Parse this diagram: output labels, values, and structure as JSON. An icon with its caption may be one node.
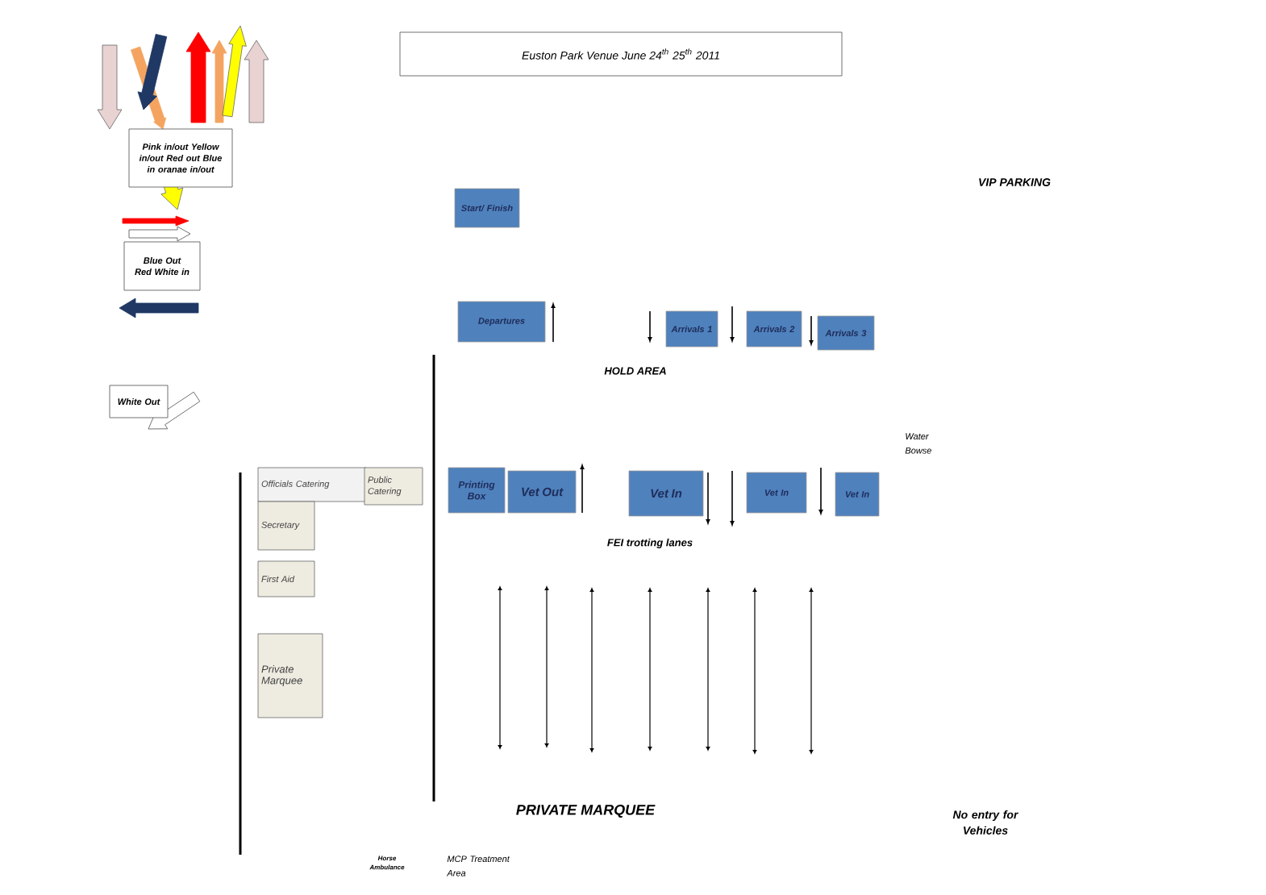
{
  "diagram": {
    "title": "Euston Park Venue   June 24$^{th}$ 25$^{th}$ 2011",
    "nodes": [
      {
        "text": [
          "Pink in/out Yellow in/out Red out Blue in oranae in/out"
        ]
      },
      {
        "text": [
          "Blue Out Red White in"
        ]
      },
      {
        "text": [
          "White Out"
        ]
      },
      {
        "text": [
          "Start/ Finish"
        ]
      },
      {
        "text": [
          "Departures"
        ]
      },
      {
        "text": [
          "Arrivals 1"
        ]
      },
      {
        "text": [
          "Arrivals 2"
        ]
      },
      {
        "text": [
          "Arrivals 3"
        ]
      },
      {
        "text": [
          "Officials Catering"
        ]
      },
      {
        "text": [
          "Public Catering"
        ]
      },
      {
        "text": [
          "Secretary"
        ]
      },
      {
        "text": [
          "First Aid"
        ]
      },
      {
        "text": [
          "Private Marquee"
        ]
      },
      {
        "text": [
          "Printing Box"
        ]
      },
      {
        "text": [
          "Vet Out"
        ]
      },
      {
        "text": [
          "Vet In"
        ]
      },
      {
        "text": [
          "Vet In"
        ]
      },
      {
        "text": [
          "Vet In"
        ]
      }
    ],
    "labels": [
      "VIP PARKING",
      "HOLD AREA",
      "Water Bowse",
      "FEI trotting lanes",
      "PRIVATE MARQUEE",
      "No entry for Vehicles",
      "Horse Ambulance",
      "MCP Treatment Area"
    ]
  }
}
